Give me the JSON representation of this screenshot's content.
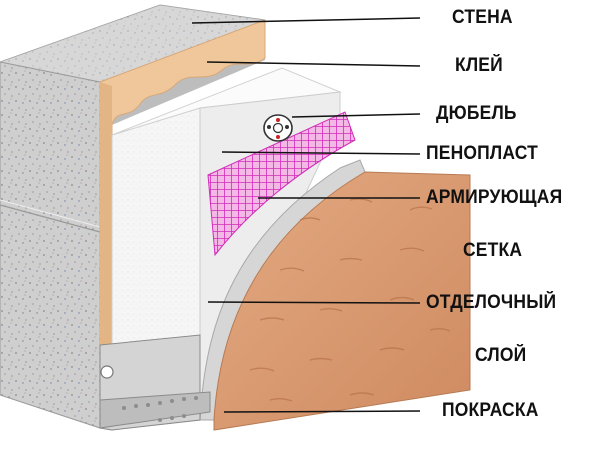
{
  "diagram": {
    "labels": {
      "wall": "СТЕНА",
      "glue": "КЛЕЙ",
      "dowel": "ДЮБЕЛЬ",
      "foam": "ПЕНОПЛАСТ",
      "mesh_line1": "АРМИРУЮЩАЯ",
      "mesh_line2": "СЕТКА",
      "finish_line1": "ОТДЕЛОЧНЫЙ",
      "finish_line2": "СЛОЙ",
      "paint": "ПОКРАСКА"
    },
    "colors": {
      "wall": "#cfcfcf",
      "glue": "#f0c79a",
      "foam": "#f7f7f7",
      "mesh": "#e040c8",
      "finish": "#d9a07a",
      "leader": "#111111"
    }
  }
}
